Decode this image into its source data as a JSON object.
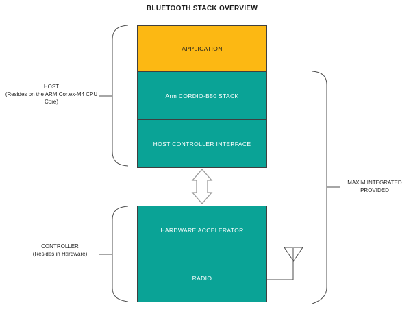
{
  "title": "BLUETOOTH STACK OVERVIEW",
  "colors": {
    "yellow": "#FCB813",
    "teal": "#0AA396",
    "box_border": "#3f3f3f",
    "line": "#4d4d4d",
    "arrow_outline": "#9a9a9a",
    "arrow_fill": "#ffffff"
  },
  "stack": {
    "host_boxes": [
      {
        "label": "APPLICATION",
        "variant": "yellow"
      },
      {
        "label": "Arm CORDIO-B50 STACK",
        "variant": "teal"
      },
      {
        "label": "HOST CONTROLLER INTERFACE",
        "variant": "teal"
      }
    ],
    "controller_boxes": [
      {
        "label": "HARDWARE ACCELERATOR",
        "variant": "teal"
      },
      {
        "label": "RADIO",
        "variant": "teal"
      }
    ]
  },
  "labels": {
    "host": {
      "line1": "HOST",
      "line2": "(Resides on the ARM Cortex-M4 CPU Core)"
    },
    "controller": {
      "line1": "CONTROLLER",
      "line2": "(Resides in Hardware)"
    },
    "maxim": "MAXIM INTEGRATED PROVIDED"
  },
  "icons": {
    "between_stacks": "bidirectional-arrow",
    "radio_output": "antenna"
  }
}
